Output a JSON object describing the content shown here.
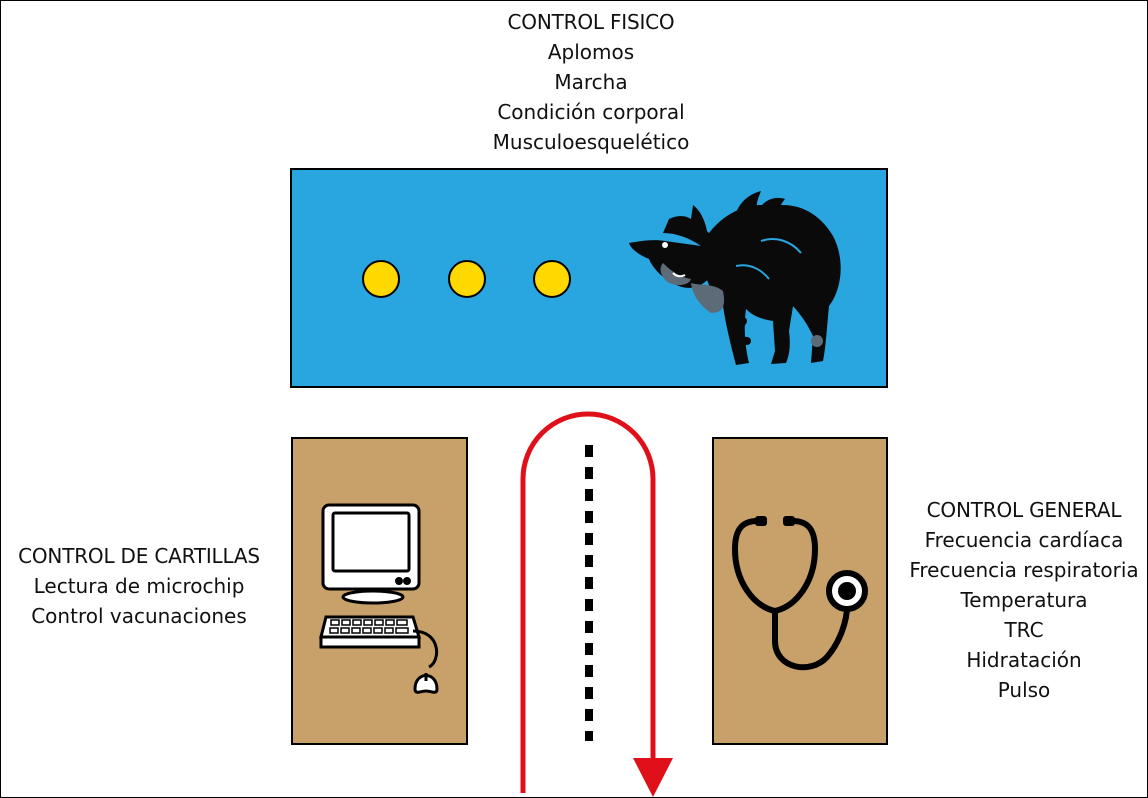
{
  "top_control": {
    "title": "CONTROL FISICO",
    "items": [
      "Aplomos",
      "Marcha",
      "Condición corporal",
      "Musculoesquelético"
    ]
  },
  "left_control": {
    "title": "CONTROL DE CARTILLAS",
    "items": [
      "Lectura de microchip",
      "Control vacunaciones"
    ]
  },
  "right_control": {
    "title": "CONTROL GENERAL",
    "items": [
      "Frecuencia cardíaca",
      "Frecuencia respiratoria",
      "Temperatura",
      "TRC",
      "Hidratación",
      "Pulso"
    ]
  },
  "colors": {
    "arena": "#29a5df",
    "table": "#c8a06a",
    "marker": "#ffd800",
    "path_arrow": "#e0101a"
  },
  "icons": [
    "dog-icon",
    "computer-icon",
    "stethoscope-icon",
    "marker-dot-icon",
    "route-arrow-icon"
  ]
}
